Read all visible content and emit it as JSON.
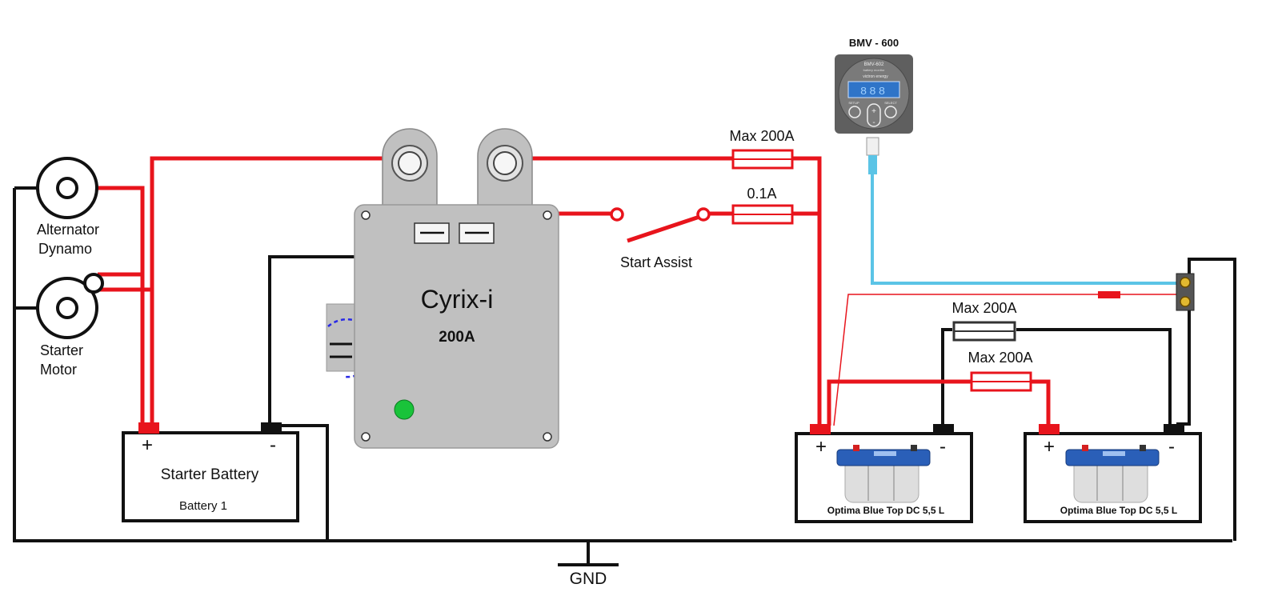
{
  "labels": {
    "alternator_line1": "Alternator",
    "alternator_line2": "Dynamo",
    "starter_line1": "Starter",
    "starter_line2": "Motor",
    "starter_battery_title": "Starter Battery",
    "starter_battery_sub": "Battery 1",
    "cyrix_name": "Cyrix-i",
    "cyrix_rating": "200A",
    "start_assist": "Start Assist",
    "fuse_top": "Max 200A",
    "fuse_small": "0.1A",
    "fuse_mid": "Max 200A",
    "fuse_low": "Max 200A",
    "bmv_title": "BMV - 600",
    "bmv_face_model": "BMV-602",
    "bmv_face_sub": "battery monitor",
    "bmv_face_brand": "victron energy",
    "bmv_face_display": "888",
    "bmv_face_setup": "SETUP",
    "bmv_face_select": "SELECT",
    "house_battery_1": "Optima Blue Top DC 5,5 L",
    "house_battery_2": "Optima Blue Top DC 5,5 L",
    "gnd": "GND",
    "plus": "+",
    "minus": "-"
  },
  "colors": {
    "positive_wire": "#e8141c",
    "negative_wire": "#111111",
    "data_cable": "#5bc4e6",
    "cyrix_body": "#c0c0c0",
    "status_led": "#19c33a",
    "bmv_body": "#5f5f5f",
    "bmv_screen": "#2f74c8",
    "battery_blue": "#2a5fb8"
  }
}
